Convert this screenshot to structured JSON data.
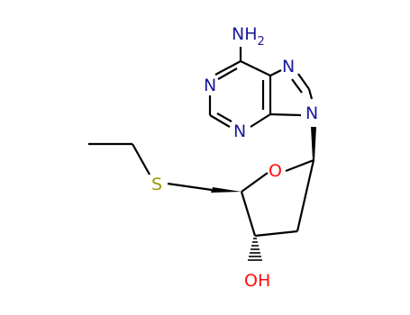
{
  "colors": {
    "bond": "#000000",
    "nitrogen": "#19199b",
    "oxygen": "#ff0d0d",
    "sulfur": "#999900",
    "background": "#ffffff"
  },
  "atoms": {
    "nh2": {
      "main": "NH",
      "sub": "2"
    },
    "n1": "N",
    "n3": "N",
    "n7": "N",
    "n9": "N",
    "o_ring": "O",
    "s": "S",
    "oh": "OH"
  }
}
